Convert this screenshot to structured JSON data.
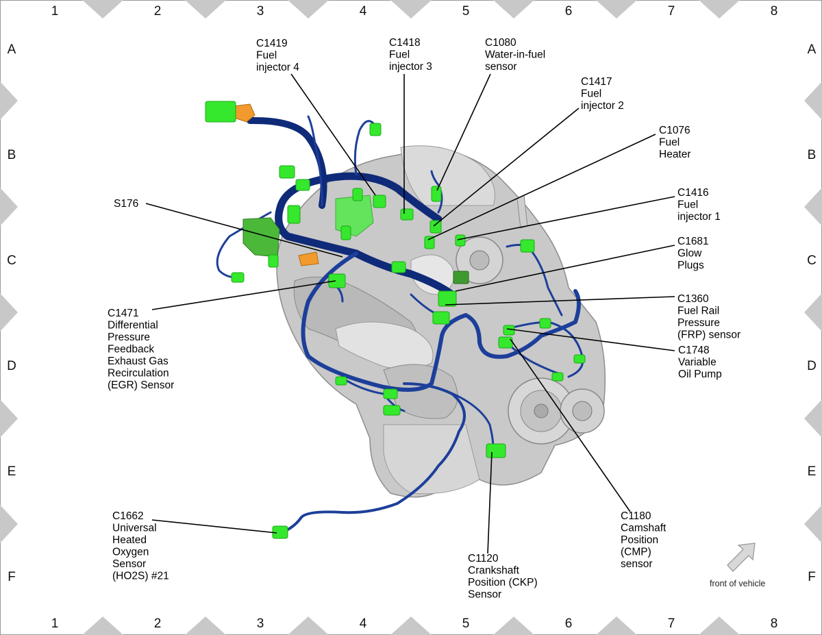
{
  "grid": {
    "columns": [
      "1",
      "2",
      "3",
      "4",
      "5",
      "6",
      "7",
      "8"
    ],
    "rows": [
      "A",
      "B",
      "C",
      "D",
      "E",
      "F"
    ]
  },
  "colors": {
    "harness": "#1d3f9a",
    "connector": "#35e82d",
    "orange_connector": "#f29a2e",
    "engine": "#c9c9c9",
    "border_triangle": "#c8c8c8"
  },
  "callouts": [
    {
      "id": "c1419",
      "lines": [
        "C1419",
        "Fuel",
        "injector 4"
      ]
    },
    {
      "id": "c1418",
      "lines": [
        "C1418",
        "Fuel",
        "injector 3"
      ]
    },
    {
      "id": "c1080",
      "lines": [
        "C1080",
        "Water-in-fuel",
        "sensor"
      ]
    },
    {
      "id": "c1417",
      "lines": [
        "C1417",
        "Fuel",
        "injector 2"
      ]
    },
    {
      "id": "c1076",
      "lines": [
        "C1076",
        "Fuel",
        "Heater"
      ]
    },
    {
      "id": "c1416",
      "lines": [
        "C1416",
        "Fuel",
        "injector 1"
      ]
    },
    {
      "id": "c1681",
      "lines": [
        "C1681",
        "Glow",
        "Plugs"
      ]
    },
    {
      "id": "c1360",
      "lines": [
        "C1360",
        "Fuel Rail",
        "Pressure",
        "(FRP) sensor"
      ]
    },
    {
      "id": "c1748",
      "lines": [
        "C1748",
        "Variable",
        "Oil Pump"
      ]
    },
    {
      "id": "c1180",
      "lines": [
        "C1180",
        "Camshaft",
        "Position",
        "(CMP)",
        "sensor"
      ]
    },
    {
      "id": "c1120",
      "lines": [
        "C1120",
        "Crankshaft",
        "Position (CKP)",
        "Sensor"
      ]
    },
    {
      "id": "c1662",
      "lines": [
        "C1662",
        "Universal",
        "Heated",
        "Oxygen",
        "Sensor",
        "(HO2S) #21"
      ]
    },
    {
      "id": "c1471",
      "lines": [
        "C1471",
        "Differential",
        "Pressure",
        "Feedback",
        "Exhaust Gas",
        "Recirculation",
        "(EGR) Sensor"
      ]
    },
    {
      "id": "s176",
      "lines": [
        "S176"
      ]
    }
  ],
  "orientation": {
    "label": "front of vehicle",
    "icon": "arrow-up-right-icon"
  }
}
